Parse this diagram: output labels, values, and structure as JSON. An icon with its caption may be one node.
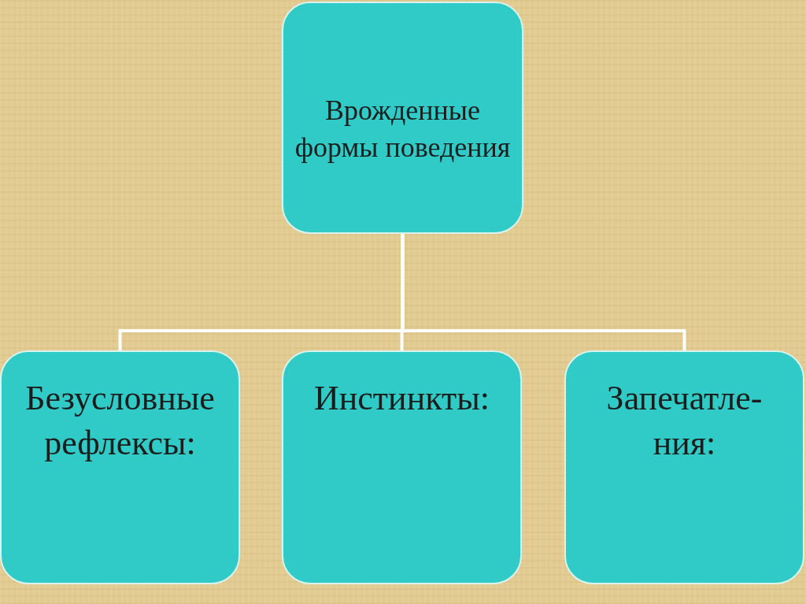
{
  "diagram": {
    "nodes": [
      {
        "text": [
          "Врожденные формы поведения"
        ]
      },
      {
        "text": [
          "Безусловные рефлексы:"
        ]
      },
      {
        "text": [
          "Инстинкты:"
        ]
      },
      {
        "text": [
          "Запечатле- ния:"
        ]
      }
    ],
    "edges": [
      {
        "from": 0,
        "to": 1,
        "arrow": "none"
      },
      {
        "from": 0,
        "to": 2,
        "arrow": "none"
      },
      {
        "from": 0,
        "to": 3,
        "arrow": "none"
      }
    ]
  }
}
